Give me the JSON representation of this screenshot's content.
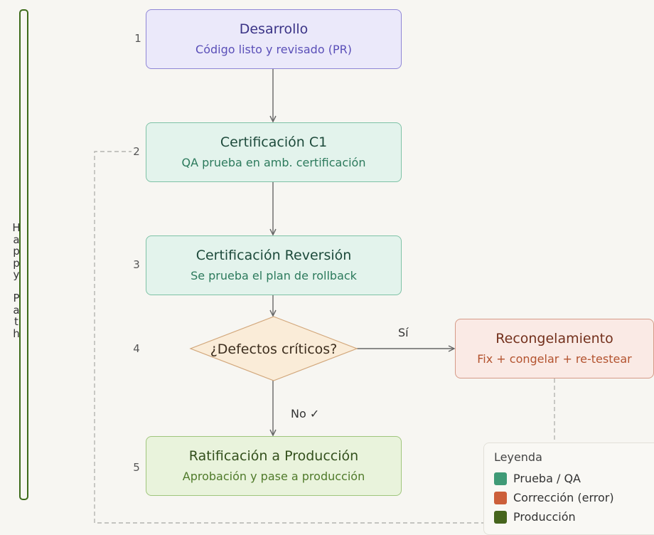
{
  "nodes": [
    {
      "title": "Desarrollo",
      "subtitle": "Código listo y revisado (PR)"
    },
    {
      "title": "Certificación C1",
      "subtitle": "QA prueba en amb. certificación"
    },
    {
      "title": "Certificación Reversión",
      "subtitle": "Se prueba el plan de rollback"
    },
    {
      "title": "Ratificación a Producción",
      "subtitle": "Aprobación y pase a producción"
    }
  ],
  "decision": {
    "label": "¿Defectos críticos?"
  },
  "refreeze": {
    "title": "Recongelamiento",
    "subtitle": "Fix + congelar + re-testear"
  },
  "step_numbers": [
    "1",
    "2",
    "3",
    "4",
    "5"
  ],
  "edge_labels": {
    "yes": "Sí",
    "no": "No ✓"
  },
  "side_label": "Happy Path",
  "legend": {
    "title": "Leyenda",
    "items": [
      {
        "label": "Prueba / QA",
        "color": "#3f9a76"
      },
      {
        "label": "Corrección (error)",
        "color": "#cc5f3a"
      },
      {
        "label": "Producción",
        "color": "#46651d"
      }
    ]
  }
}
